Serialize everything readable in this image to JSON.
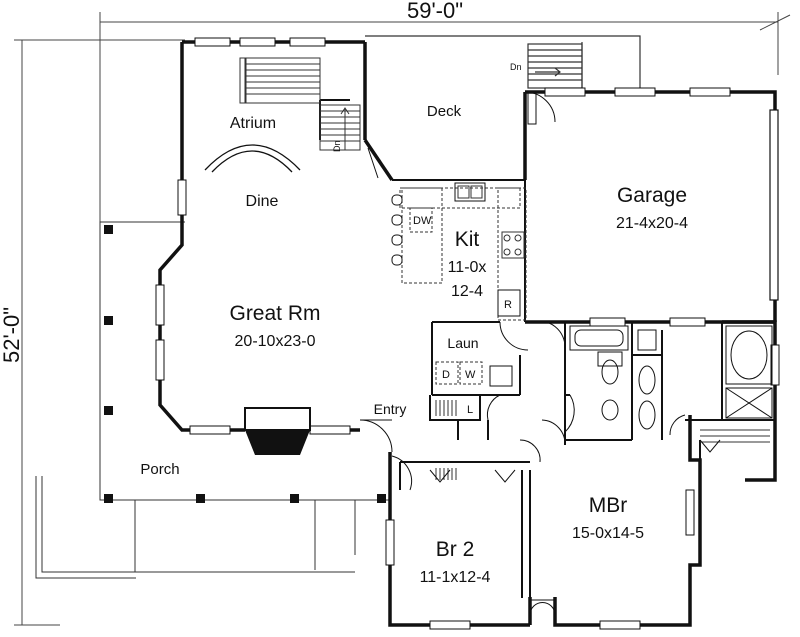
{
  "dimensions": {
    "width": "59'-0\"",
    "depth": "52'-0\""
  },
  "rooms": {
    "atrium": "Atrium",
    "deck": "Deck",
    "dine": "Dine",
    "garage": {
      "name": "Garage",
      "size": "21-4x20-4"
    },
    "kit": {
      "name": "Kit",
      "size_line1": "11-0x",
      "size_line2": "12-4"
    },
    "great_rm": {
      "name": "Great Rm",
      "size": "20-10x23-0"
    },
    "laun": "Laun",
    "entry": "Entry",
    "porch": "Porch",
    "mbr": {
      "name": "MBr",
      "size": "15-0x14-5"
    },
    "br2": {
      "name": "Br 2",
      "size": "11-1x12-4"
    }
  },
  "fixtures": {
    "dw": "DW",
    "refrigerator": "R",
    "washer": "W",
    "dryer": "D",
    "linen": "L"
  },
  "stairs": {
    "down1": "Dn",
    "down2": "Dn"
  }
}
